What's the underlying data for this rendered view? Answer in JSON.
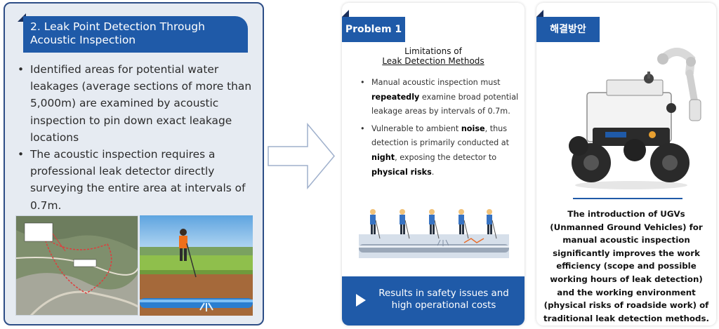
{
  "left": {
    "title": "2. Leak Point Detection Through Acoustic Inspection",
    "bullets": [
      "Identified areas for potential water leakages (average sections of more than 5,000m) are examined by acoustic inspection to pin down exact leakage locations",
      "The acoustic inspection requires a professional leak detector directly surveying the entire area at intervals of 0.7m."
    ]
  },
  "middle": {
    "tab_label": "Problem 1",
    "heading_line1": "Limitations of",
    "heading_line2": "Leak Detection Methods",
    "bullet1": {
      "a": "Manual acoustic inspection must ",
      "b": "repeatedly",
      "c": " examine broad potential leakage areas by intervals of 0.7m."
    },
    "bullet2": {
      "a": "Vulnerable to ambient ",
      "b": "noise",
      "c": ", thus detection is primarily conducted at ",
      "d": "night",
      "e": ", exposing the detector to ",
      "f": "physical risks",
      "g": "."
    },
    "footer": "Results in safety issues and high operational costs"
  },
  "right": {
    "tab_label": "해결방안",
    "text": "The introduction of UGVs (Unmanned Ground Vehicles) for manual acoustic inspection significantly improves the work efficiency (scope and possible working hours of leak detection) and the working environment (physical risks of roadside work) of traditional leak detection methods."
  },
  "icons": [
    "arrow-right-icon",
    "play-icon"
  ],
  "colors": {
    "accent": "#1f5aa8",
    "panel_bg": "#e6ebf2",
    "border": "#2d4d86"
  }
}
